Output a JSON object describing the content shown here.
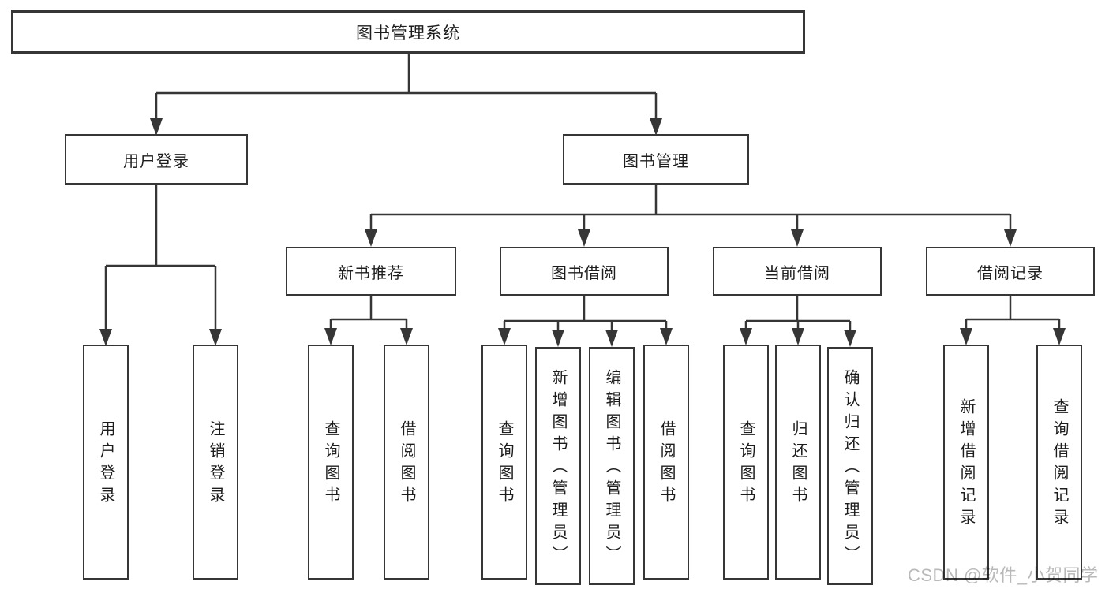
{
  "colors": {
    "line": "#363636",
    "text": "#1d1d1d",
    "box_background": "#ffffff",
    "watermark": "#b9b9b9"
  },
  "watermark": {
    "text": "CSDN @软件_小贺同学"
  },
  "tree": {
    "root": {
      "label": "图书管理系统"
    },
    "branches": [
      {
        "label": "用户登录",
        "children": [
          "用户登录",
          "注销登录"
        ]
      },
      {
        "label": "图书管理",
        "sections": [
          {
            "label": "新书推荐",
            "children": [
              "查询图书",
              "借阅图书"
            ]
          },
          {
            "label": "图书借阅",
            "children": [
              "查询图书",
              "新增图书（管理员）",
              "编辑图书（管理员）",
              "借阅图书"
            ]
          },
          {
            "label": "当前借阅",
            "children": [
              "查询图书",
              "归还图书",
              "确认归还（管理员）"
            ]
          },
          {
            "label": "借阅记录",
            "children": [
              "新增借阅记录",
              "查询借阅记录"
            ]
          }
        ]
      }
    ]
  }
}
